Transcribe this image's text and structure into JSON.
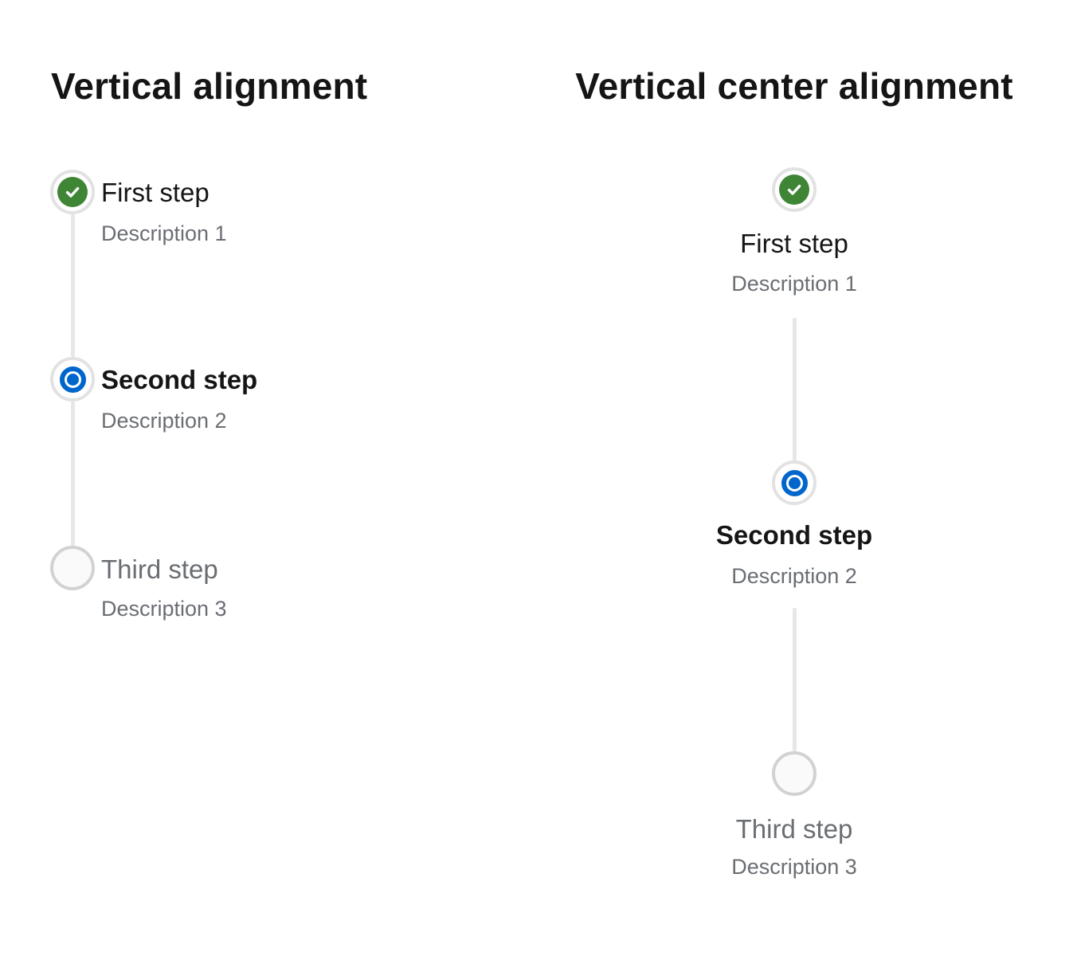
{
  "left_stepper": {
    "title": "Vertical alignment",
    "alignment": "vertical",
    "steps": [
      {
        "title": "First step",
        "description": "Description 1",
        "state": "complete",
        "icon": "check-circle-icon"
      },
      {
        "title": "Second step",
        "description": "Description 2",
        "state": "current",
        "icon": "current-step-icon"
      },
      {
        "title": "Third step",
        "description": "Description 3",
        "state": "pending",
        "icon": "pending-step-icon"
      }
    ]
  },
  "right_stepper": {
    "title": "Vertical center alignment",
    "alignment": "vertical-center",
    "steps": [
      {
        "title": "First step",
        "description": "Description 1",
        "state": "complete",
        "icon": "check-circle-icon"
      },
      {
        "title": "Second step",
        "description": "Description 2",
        "state": "current",
        "icon": "current-step-icon"
      },
      {
        "title": "Third step",
        "description": "Description 3",
        "state": "pending",
        "icon": "pending-step-icon"
      }
    ]
  },
  "colors": {
    "success_green": "#3E8635",
    "current_blue": "#0066CC",
    "connector_gray": "#E7E7E7",
    "text_primary": "#151515",
    "text_muted": "#6A6E73"
  }
}
